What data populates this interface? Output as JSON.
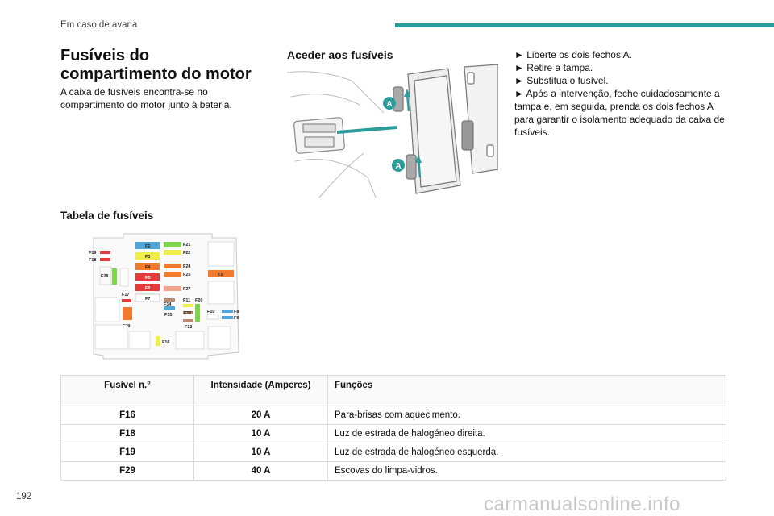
{
  "header": {
    "section": "Em caso de avaria"
  },
  "title": "Fusíveis do compartimento do motor",
  "intro": "A caixa de fusíveis encontra-se no compartimento do motor junto à bateria.",
  "access": {
    "heading": "Aceder aos fusíveis",
    "callout": "A",
    "steps": [
      "► Liberte os dois fechos A.",
      "► Retire a tampa.",
      "► Substitua o fusível.",
      "► Após a intervenção, feche cuidadosamente a tampa e, em seguida, prenda os dois fechos A para garantir o isolamento adequado da caixa de fusíveis."
    ]
  },
  "fuse_table": {
    "heading": "Tabela de fusíveis",
    "diagram_labels": [
      "F2",
      "F3",
      "F4",
      "F5",
      "F6",
      "F7",
      "F21",
      "F22",
      "F24",
      "F25",
      "F27",
      "F1",
      "F19",
      "F18",
      "F28",
      "F17",
      "F14",
      "F15",
      "F11",
      "F20",
      "F12",
      "F10",
      "F8",
      "F9",
      "F13",
      "F29",
      "F16"
    ],
    "headers": [
      "Fusível n.°",
      "Intensidade (Amperes)",
      "Funções"
    ],
    "rows": [
      [
        "F16",
        "20 A",
        "Para-brisas com aquecimento."
      ],
      [
        "F18",
        "10 A",
        "Luz de estrada de halogéneo direita."
      ],
      [
        "F19",
        "10 A",
        "Luz de estrada de halogéneo esquerda."
      ],
      [
        "F29",
        "40 A",
        "Escovas do limpa-vidros."
      ]
    ]
  },
  "footer": {
    "page_number": "192",
    "watermark": "carmanualsonline.info"
  },
  "colors": {
    "accent": "#2a9d9b",
    "red": "#e53a3a",
    "orange": "#f07a2e",
    "yellow": "#f0ec4a",
    "green": "#7ed64b",
    "blue": "#4fa6d9",
    "salmon": "#f2a48c",
    "brown": "#b88a70"
  }
}
